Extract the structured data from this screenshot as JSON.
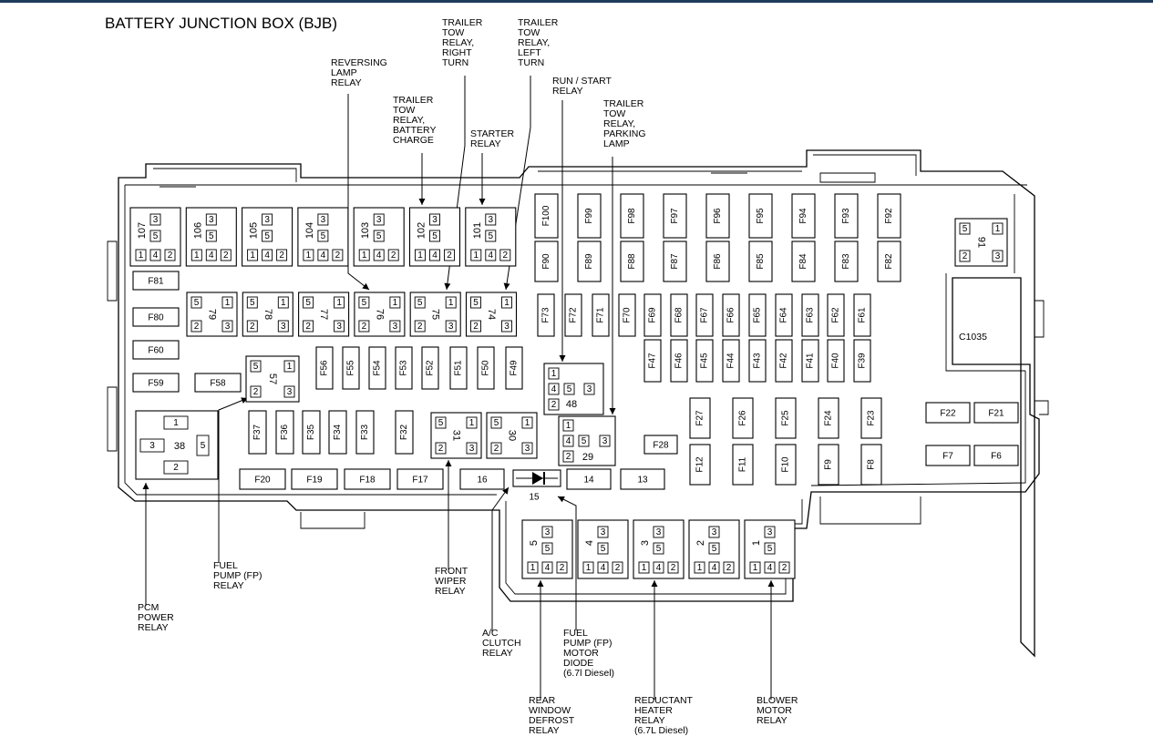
{
  "title": "BATTERY JUNCTION BOX (BJB)",
  "connector": "C1035",
  "callouts": [
    {
      "id": "reversing",
      "lines": [
        "REVERSING",
        "LAMP",
        "RELAY"
      ]
    },
    {
      "id": "batt_charge",
      "lines": [
        "TRAILER",
        "TOW",
        "RELAY,",
        "BATTERY",
        "CHARGE"
      ]
    },
    {
      "id": "right_turn",
      "lines": [
        "TRAILER",
        "TOW",
        "RELAY,",
        "RIGHT",
        "TURN"
      ]
    },
    {
      "id": "starter",
      "lines": [
        "STARTER",
        "RELAY"
      ]
    },
    {
      "id": "left_turn",
      "lines": [
        "TRAILER",
        "TOW",
        "RELAY,",
        "LEFT",
        "TURN"
      ]
    },
    {
      "id": "run_start",
      "lines": [
        "RUN / START",
        "RELAY"
      ]
    },
    {
      "id": "parking",
      "lines": [
        "TRAILER",
        "TOW",
        "RELAY,",
        "PARKING",
        "LAMP"
      ]
    },
    {
      "id": "pcm",
      "lines": [
        "PCM",
        "POWER",
        "RELAY"
      ]
    },
    {
      "id": "fuel_pump",
      "lines": [
        "FUEL",
        "PUMP (FP)",
        "RELAY"
      ]
    },
    {
      "id": "wiper",
      "lines": [
        "FRONT",
        "WIPER",
        "RELAY"
      ]
    },
    {
      "id": "ac_clutch",
      "lines": [
        "A/C",
        "CLUTCH",
        "RELAY"
      ]
    },
    {
      "id": "fp_diode",
      "lines": [
        "FUEL",
        "PUMP (FP)",
        "MOTOR",
        "DIODE",
        "(6.7l Diesel)"
      ]
    },
    {
      "id": "rear_defrost",
      "lines": [
        "REAR",
        "WINDOW",
        "DEFROST",
        "RELAY"
      ]
    },
    {
      "id": "reductant",
      "lines": [
        "REDUCTANT",
        "HEATER",
        "RELAY",
        "(6.7L Diesel)"
      ]
    },
    {
      "id": "blower",
      "lines": [
        "BLOWER",
        "MOTOR",
        "RELAY"
      ]
    }
  ],
  "top_relays": [
    "107",
    "106",
    "105",
    "104",
    "103",
    "102",
    "101"
  ],
  "bottom_relays": [
    "5",
    "4",
    "3",
    "2",
    "1"
  ],
  "square_relays": [
    "79",
    "78",
    "77",
    "76",
    "75",
    "74"
  ],
  "relay_57": "57",
  "relay_31": "31",
  "relay_30": "30",
  "relay_91": "91",
  "relay_48": "48",
  "relay_29": "29",
  "relay_38": "38",
  "pins": {
    "p1": "1",
    "p2": "2",
    "p3": "3",
    "p4": "4",
    "p5": "5"
  },
  "left_fuses": [
    "F81",
    "F80",
    "F60",
    "F59",
    "F58"
  ],
  "fuses_top_row": [
    "F100",
    "F99",
    "F98",
    "F97",
    "F96",
    "F95",
    "F94",
    "F93",
    "F92"
  ],
  "fuses_second_row": [
    "F90",
    "F89",
    "F88",
    "F87",
    "F86",
    "F85",
    "F84",
    "F83",
    "F82"
  ],
  "fuses_third_row": [
    "F73",
    "F72",
    "F71",
    "F70",
    "F69",
    "F68",
    "F67",
    "F66",
    "F65",
    "F64",
    "F63",
    "F62",
    "F61"
  ],
  "fuses_fourth_row": [
    "F47",
    "F46",
    "F45",
    "F44",
    "F43",
    "F42",
    "F41",
    "F40",
    "F39"
  ],
  "fuses_mid_row": [
    "F56",
    "F55",
    "F54",
    "F53",
    "F52",
    "F51",
    "F50",
    "F49"
  ],
  "fuses_lower_row": [
    "F37",
    "F36",
    "F35",
    "F34",
    "F33",
    "F32"
  ],
  "fuses_bottom_row": [
    "F20",
    "F19",
    "F18",
    "F17"
  ],
  "bottom_items": [
    "16",
    "15",
    "14",
    "13"
  ],
  "fuse_f28": "F28",
  "fuses_right_upper": [
    "F27",
    "F26",
    "F25",
    "F24",
    "F23"
  ],
  "fuses_right_lower": [
    "F12",
    "F11",
    "F10",
    "F9",
    "F8"
  ],
  "fuses_far_right": [
    "F22",
    "F21",
    "F7",
    "F6"
  ]
}
